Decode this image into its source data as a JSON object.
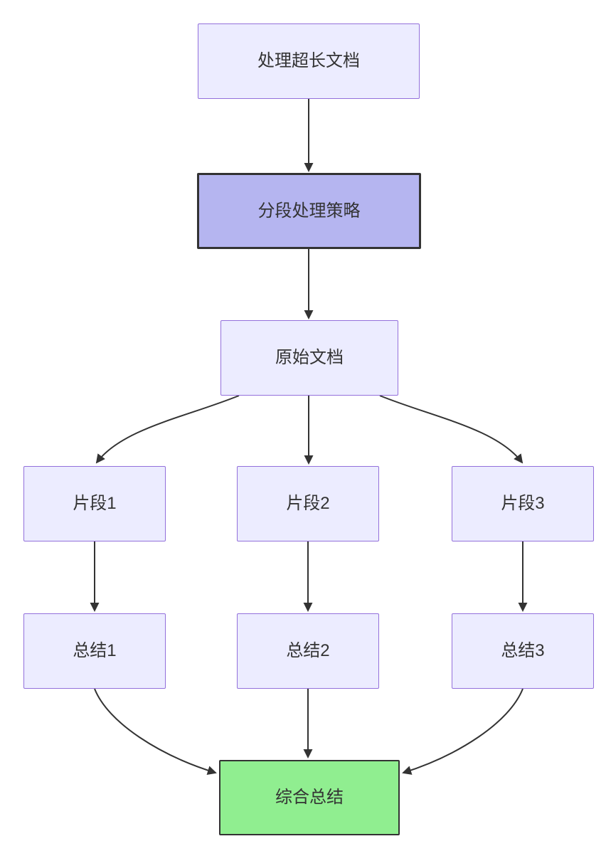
{
  "diagram": {
    "type": "flowchart",
    "direction": "top-down",
    "nodes": {
      "start": {
        "label": "处理超长文档"
      },
      "strategy": {
        "label": "分段处理策略"
      },
      "original": {
        "label": "原始文档"
      },
      "fragment1": {
        "label": "片段1"
      },
      "fragment2": {
        "label": "片段2"
      },
      "fragment3": {
        "label": "片段3"
      },
      "summary1": {
        "label": "总结1"
      },
      "summary2": {
        "label": "总结2"
      },
      "summary3": {
        "label": "总结3"
      },
      "final": {
        "label": "综合总结"
      }
    },
    "edges": [
      {
        "from": "处理超长文档",
        "to": "分段处理策略"
      },
      {
        "from": "分段处理策略",
        "to": "原始文档"
      },
      {
        "from": "原始文档",
        "to": "片段1"
      },
      {
        "from": "原始文档",
        "to": "片段2"
      },
      {
        "from": "原始文档",
        "to": "片段3"
      },
      {
        "from": "片段1",
        "to": "总结1"
      },
      {
        "from": "片段2",
        "to": "总结2"
      },
      {
        "from": "片段3",
        "to": "总结3"
      },
      {
        "from": "总结1",
        "to": "综合总结"
      },
      {
        "from": "总结2",
        "to": "综合总结"
      },
      {
        "from": "总结3",
        "to": "综合总结"
      }
    ],
    "colors": {
      "node_fill": "#ECECFF",
      "node_border": "#9370DB",
      "strategy_fill": "#B5B5F0",
      "strategy_border": "#333333",
      "final_fill": "#90EE90",
      "final_border": "#333333",
      "edge": "#333333",
      "text": "#333333",
      "background": "#FFFFFF"
    }
  }
}
